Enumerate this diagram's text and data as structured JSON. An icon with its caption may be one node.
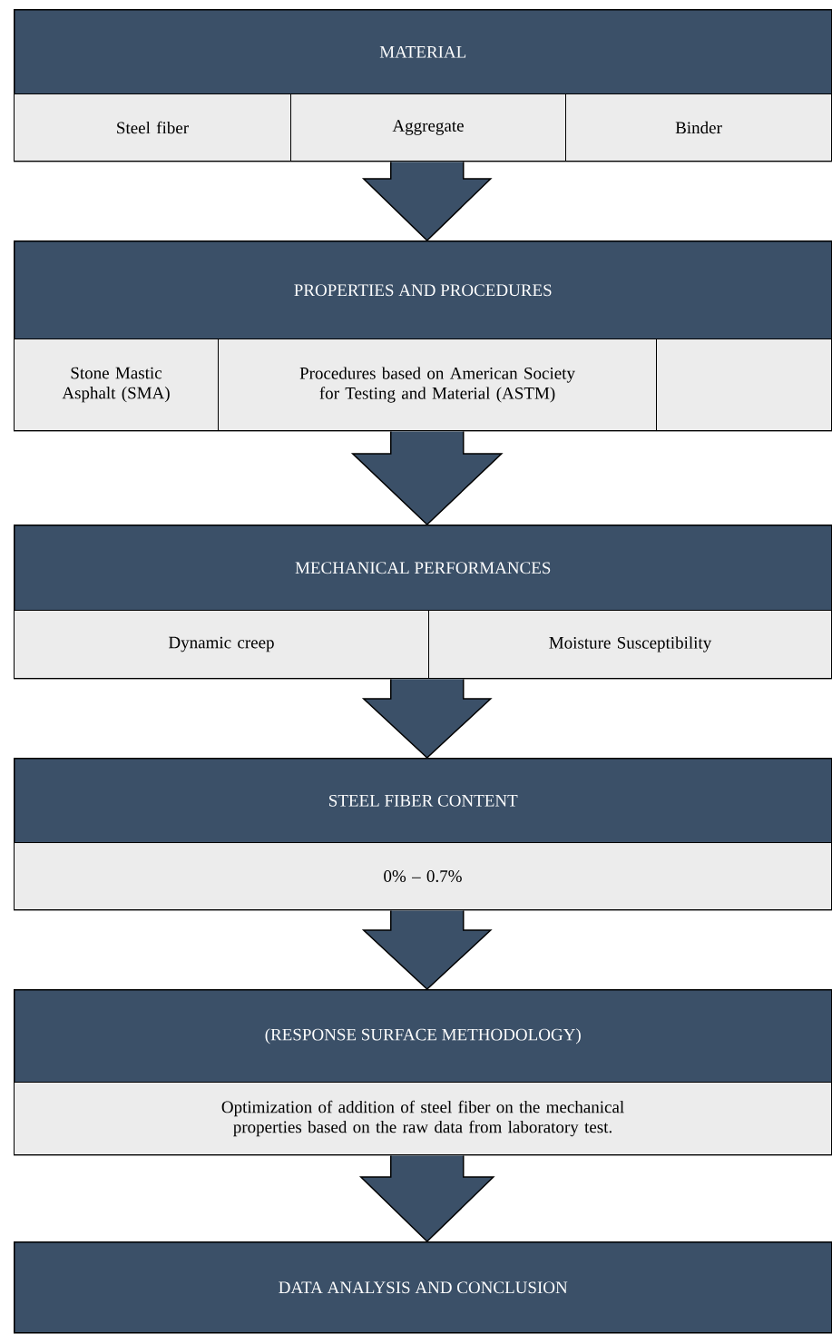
{
  "diagram": {
    "nodes": [
      {
        "text": [
          "MATERIAL"
        ]
      },
      {
        "text": [
          "Steel fiber"
        ],
        "in": 0
      },
      {
        "text": [
          "Aggregate"
        ],
        "in": 0
      },
      {
        "text": [
          "Binder"
        ],
        "in": 0
      },
      {
        "text": [
          "PROPERTIES AND PROCEDURES"
        ]
      },
      {
        "text": [
          "Stone Mastic Asphalt (SMA)"
        ],
        "in": 4
      },
      {
        "text": [
          "Procedures based on American Society for Testing and Material (ASTM)"
        ],
        "in": 4
      },
      {
        "text": [],
        "shape": "box",
        "in": 4
      },
      {
        "text": [
          "MECHANICAL PERFORMANCES"
        ]
      },
      {
        "text": [
          "Dynamic creep"
        ],
        "in": 8
      },
      {
        "text": [
          "Moisture Susceptibility"
        ],
        "in": 8
      },
      {
        "text": [
          "STEEL FIBER CONTENT"
        ]
      },
      {
        "text": [
          "0% – 0.7%"
        ],
        "in": 11
      },
      {
        "text": [
          "(RESPONSE SURFACE METHODOLOGY)"
        ]
      },
      {
        "text": [
          "Optimization of addition of steel fiber on the mechanical properties based on the raw data from laboratory test."
        ],
        "in": 13
      },
      {
        "text": [
          "DATA ANALYSIS AND CONCLUSION"
        ]
      }
    ],
    "edges": [
      {
        "from": 0,
        "to": 4,
        "arrow": "to"
      },
      {
        "from": 4,
        "to": 8,
        "arrow": "to"
      },
      {
        "from": 8,
        "to": 11,
        "arrow": "to"
      },
      {
        "from": 11,
        "to": 13,
        "arrow": "to"
      },
      {
        "from": 13,
        "to": 15,
        "arrow": "to"
      }
    ]
  }
}
